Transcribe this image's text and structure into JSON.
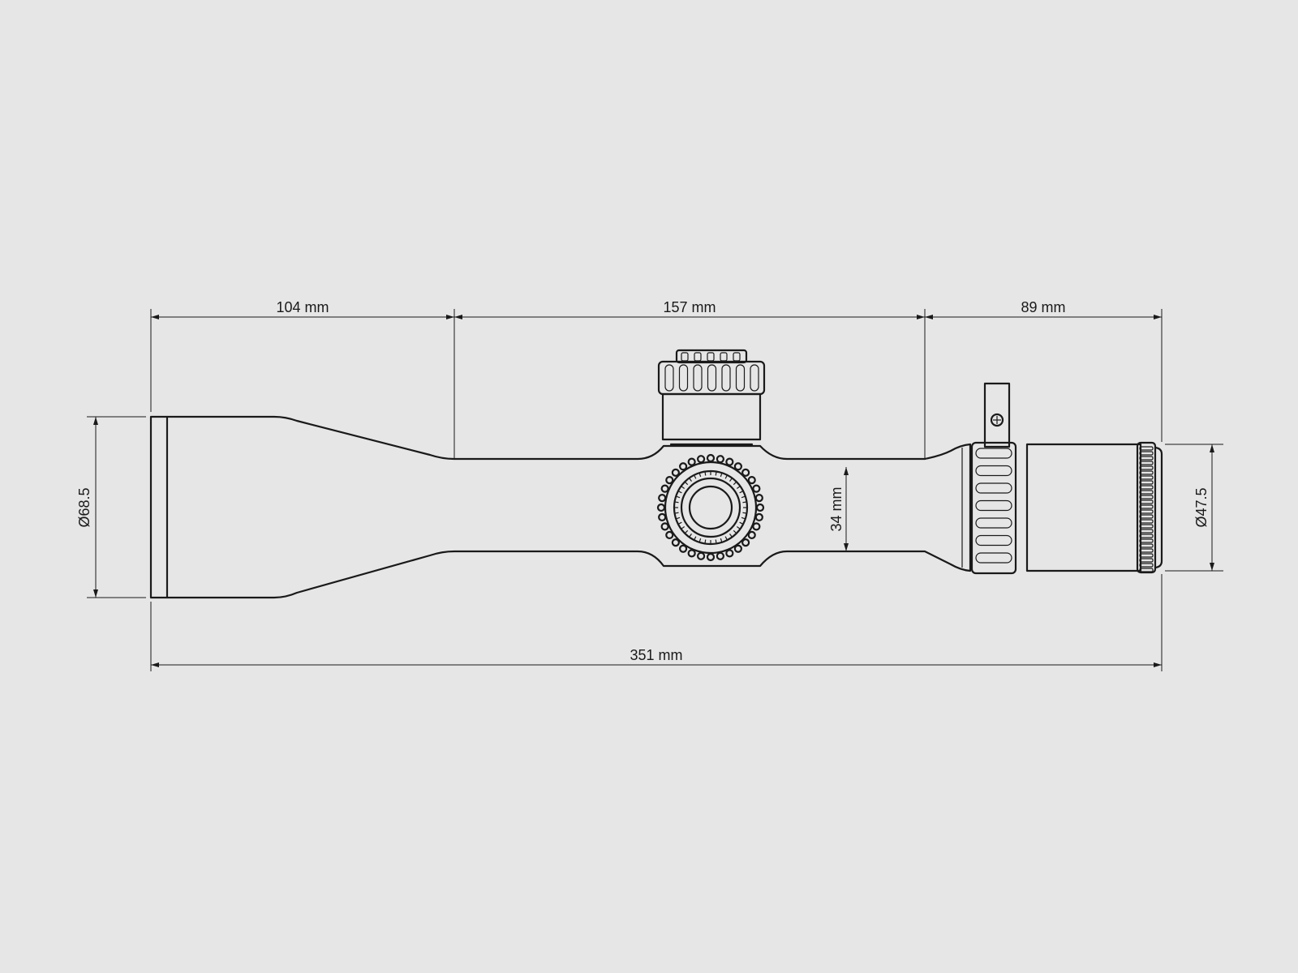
{
  "dimensions": {
    "objective_bell_length": "104 mm",
    "center_tube_length": "157 mm",
    "eyepiece_length": "89 mm",
    "overall_length": "351 mm",
    "tube_diameter": "34 mm",
    "objective_diameter": "Ø68.5",
    "eyepiece_diameter": "Ø47.5"
  },
  "colors": {
    "background": "#e6e6e6",
    "line": "#1a1a1a"
  }
}
